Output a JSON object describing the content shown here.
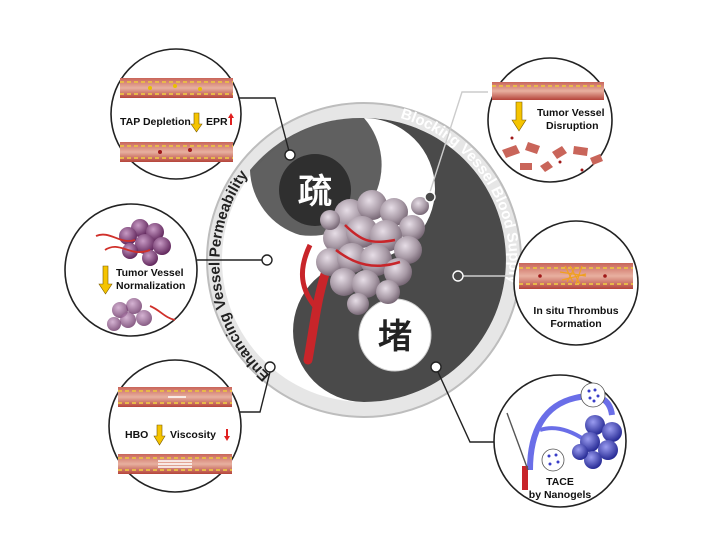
{
  "left_arc_label": "Enhancing Vessel Permeability",
  "right_arc_label": "Blocking Vessel Blood Supply",
  "yin_char": "疏",
  "yang_char": "堵",
  "panels": {
    "tap": {
      "label_left": "TAP Depletion",
      "label_right": "EPR"
    },
    "normalization": {
      "label_line1": "Tumor Vessel",
      "label_line2": "Normalization"
    },
    "hbo": {
      "label_left": "HBO",
      "label_right": "Viscosity"
    },
    "disruption": {
      "label_line1": "Tumor Vessel",
      "label_line2": "Disruption"
    },
    "thrombus": {
      "label_line1": "In situ Thrombus",
      "label_line2": "Formation"
    },
    "tace": {
      "label_line1": "TACE",
      "label_line2": "by Nanogels"
    }
  },
  "colors": {
    "yin": "#4a4a4a",
    "yang": "#ffffff",
    "ring": "#bdbdbd",
    "vessel": "#b8453c",
    "vessel_light": "#e39a8a",
    "arrow": "#f5c400",
    "tumor_gray": "#a89aa6",
    "tumor_purple": "#7a3a74",
    "tumor_blue": "#3a3ec8",
    "up_arrow": "#e02020",
    "down_arrow_red": "#e02020"
  }
}
